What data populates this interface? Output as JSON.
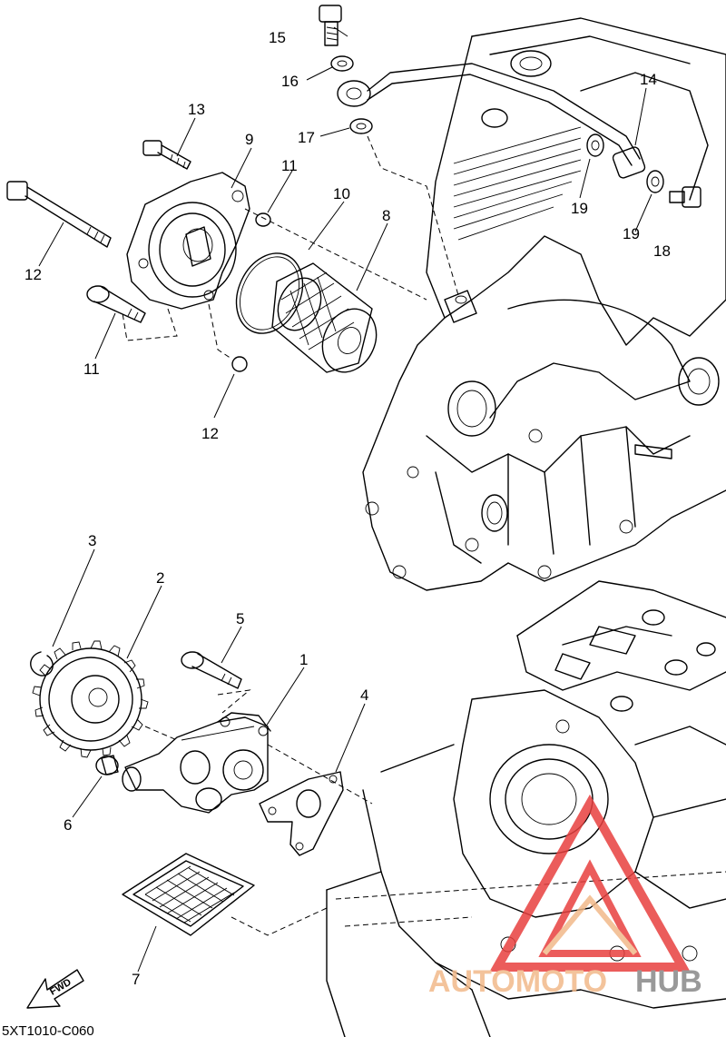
{
  "diagram": {
    "callouts": [
      {
        "id": "c1",
        "text": "1"
      },
      {
        "id": "c2",
        "text": "2"
      },
      {
        "id": "c3",
        "text": "3"
      },
      {
        "id": "c4",
        "text": "4"
      },
      {
        "id": "c5",
        "text": "5"
      },
      {
        "id": "c6",
        "text": "6"
      },
      {
        "id": "c7",
        "text": "7"
      },
      {
        "id": "c8",
        "text": "8"
      },
      {
        "id": "c9",
        "text": "9"
      },
      {
        "id": "c10",
        "text": "10"
      },
      {
        "id": "c11",
        "text": "11"
      },
      {
        "id": "c12a",
        "text": "12"
      },
      {
        "id": "c12b",
        "text": "12"
      },
      {
        "id": "c13",
        "text": "13"
      },
      {
        "id": "c14",
        "text": "14"
      },
      {
        "id": "c15",
        "text": "15"
      },
      {
        "id": "c16",
        "text": "16"
      },
      {
        "id": "c17a",
        "text": "17"
      },
      {
        "id": "c17b",
        "text": "17"
      },
      {
        "id": "c18",
        "text": "18"
      },
      {
        "id": "c19a",
        "text": "19"
      },
      {
        "id": "c19b",
        "text": "19"
      }
    ],
    "fwd_label": "FWD",
    "drawing_code": "5XT1010-C060"
  },
  "watermark": {
    "brand_part1": "AUTOMOTO",
    "brand_part2": "HUB",
    "accent_color": "#e8403f",
    "secondary_color": "#f2b98a",
    "icon": "triangle-logo-icon"
  }
}
